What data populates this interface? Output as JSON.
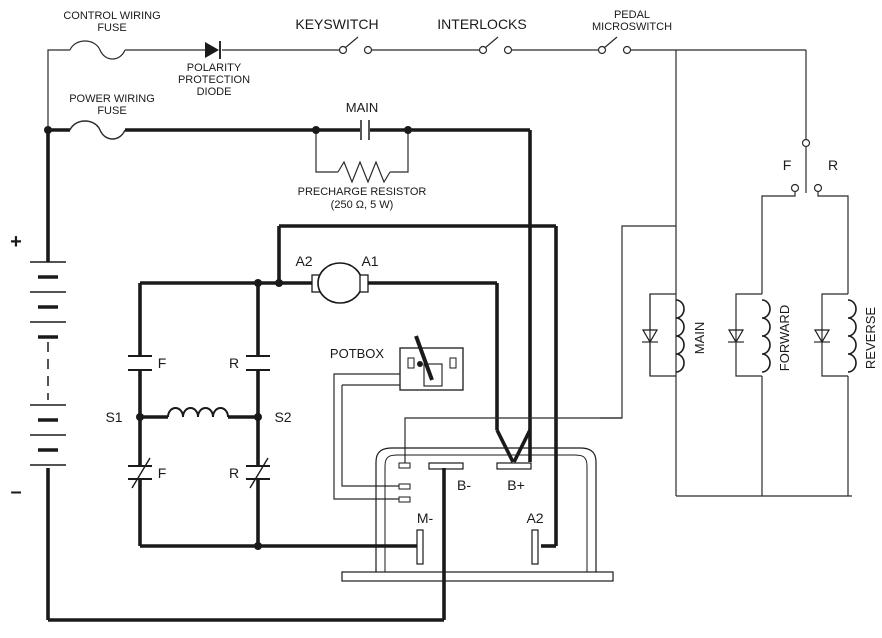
{
  "labels": {
    "control_fuse_1": "CONTROL WIRING",
    "control_fuse_2": "FUSE",
    "power_fuse_1": "POWER WIRING",
    "power_fuse_2": "FUSE",
    "diode_1": "POLARITY",
    "diode_2": "PROTECTION",
    "diode_3": "DIODE",
    "keyswitch": "KEYSWITCH",
    "interlocks": "INTERLOCKS",
    "pedal_1": "PEDAL",
    "pedal_2": "MICROSWITCH",
    "main_contactor": "MAIN",
    "precharge_1": "PRECHARGE RESISTOR",
    "precharge_2": "(250 Ω, 5 W)",
    "plus": "+",
    "minus": "–",
    "a2_motor": "A2",
    "a1_motor": "A1",
    "potbox": "POTBOX",
    "f_top": "F",
    "r_top": "R",
    "s1": "S1",
    "s2": "S2",
    "f_bottom": "F",
    "r_bottom": "R",
    "b_minus": "B-",
    "b_plus": "B+",
    "m_minus": "M-",
    "a2_ctrl": "A2",
    "sel_f": "F",
    "sel_r": "R",
    "coil_main": "MAIN",
    "coil_forward": "FORWARD",
    "coil_reverse": "REVERSE"
  },
  "colors": {
    "wire": "#1a1a1a",
    "background": "#ffffff"
  }
}
